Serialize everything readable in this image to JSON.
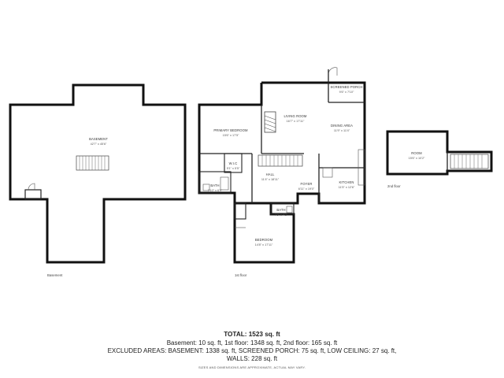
{
  "floors": {
    "basement": {
      "label": "Basement",
      "rooms": [
        {
          "key": "basement",
          "name": "BASEMENT",
          "dims": "42'7\" x 45'6\""
        }
      ]
    },
    "first": {
      "label": "1st floor",
      "rooms": [
        {
          "key": "screened_porch",
          "name": "SCREENED PORCH",
          "dims": "9'6\" x 7'10\""
        },
        {
          "key": "living_room",
          "name": "LIVING ROOM",
          "dims": "16'7\" x 17'11\""
        },
        {
          "key": "primary_bedroom",
          "name": "PRIMARY BEDROOM",
          "dims": "15'6\" x 17'5\""
        },
        {
          "key": "dining_area",
          "name": "DINING AREA",
          "dims": "11'9\" x 11'4\""
        },
        {
          "key": "wic",
          "name": "W.I.C",
          "dims": "5'1\" x 5'5\""
        },
        {
          "key": "hall",
          "name": "HALL",
          "dims": "11'4\" x 18'11\""
        },
        {
          "key": "foyer",
          "name": "FOYER",
          "dims": "6'11\" x 19'0\""
        },
        {
          "key": "kitchen",
          "name": "KITCHEN",
          "dims": "11'5\" x 12'6\""
        },
        {
          "key": "bath_primary",
          "name": "BATH",
          "dims": "7'10\" x 6'9\""
        },
        {
          "key": "bath_hall",
          "name": "BATH",
          "dims": "7'5\" x 4'2\""
        },
        {
          "key": "bedroom",
          "name": "BEDROOM",
          "dims": "14'8\" x 17'11\""
        }
      ]
    },
    "second": {
      "label": "2nd floor",
      "rooms": [
        {
          "key": "room",
          "name": "ROOM",
          "dims": "15'6\" x 10'2\""
        }
      ]
    }
  },
  "summary": {
    "total": "TOTAL: 1523 sq. ft",
    "line2": "Basement: 10 sq. ft, 1st floor: 1348 sq. ft, 2nd floor: 165 sq. ft",
    "line3": "EXCLUDED AREAS: BASEMENT: 1338 sq. ft, SCREENED PORCH: 75 sq. ft, LOW CEILING: 27 sq. ft,",
    "line4": "WALLS: 228 sq. ft",
    "disclaimer": "SIZES AND DIMENSIONS ARE APPROXIMATE, ACTUAL MAY VARY."
  }
}
